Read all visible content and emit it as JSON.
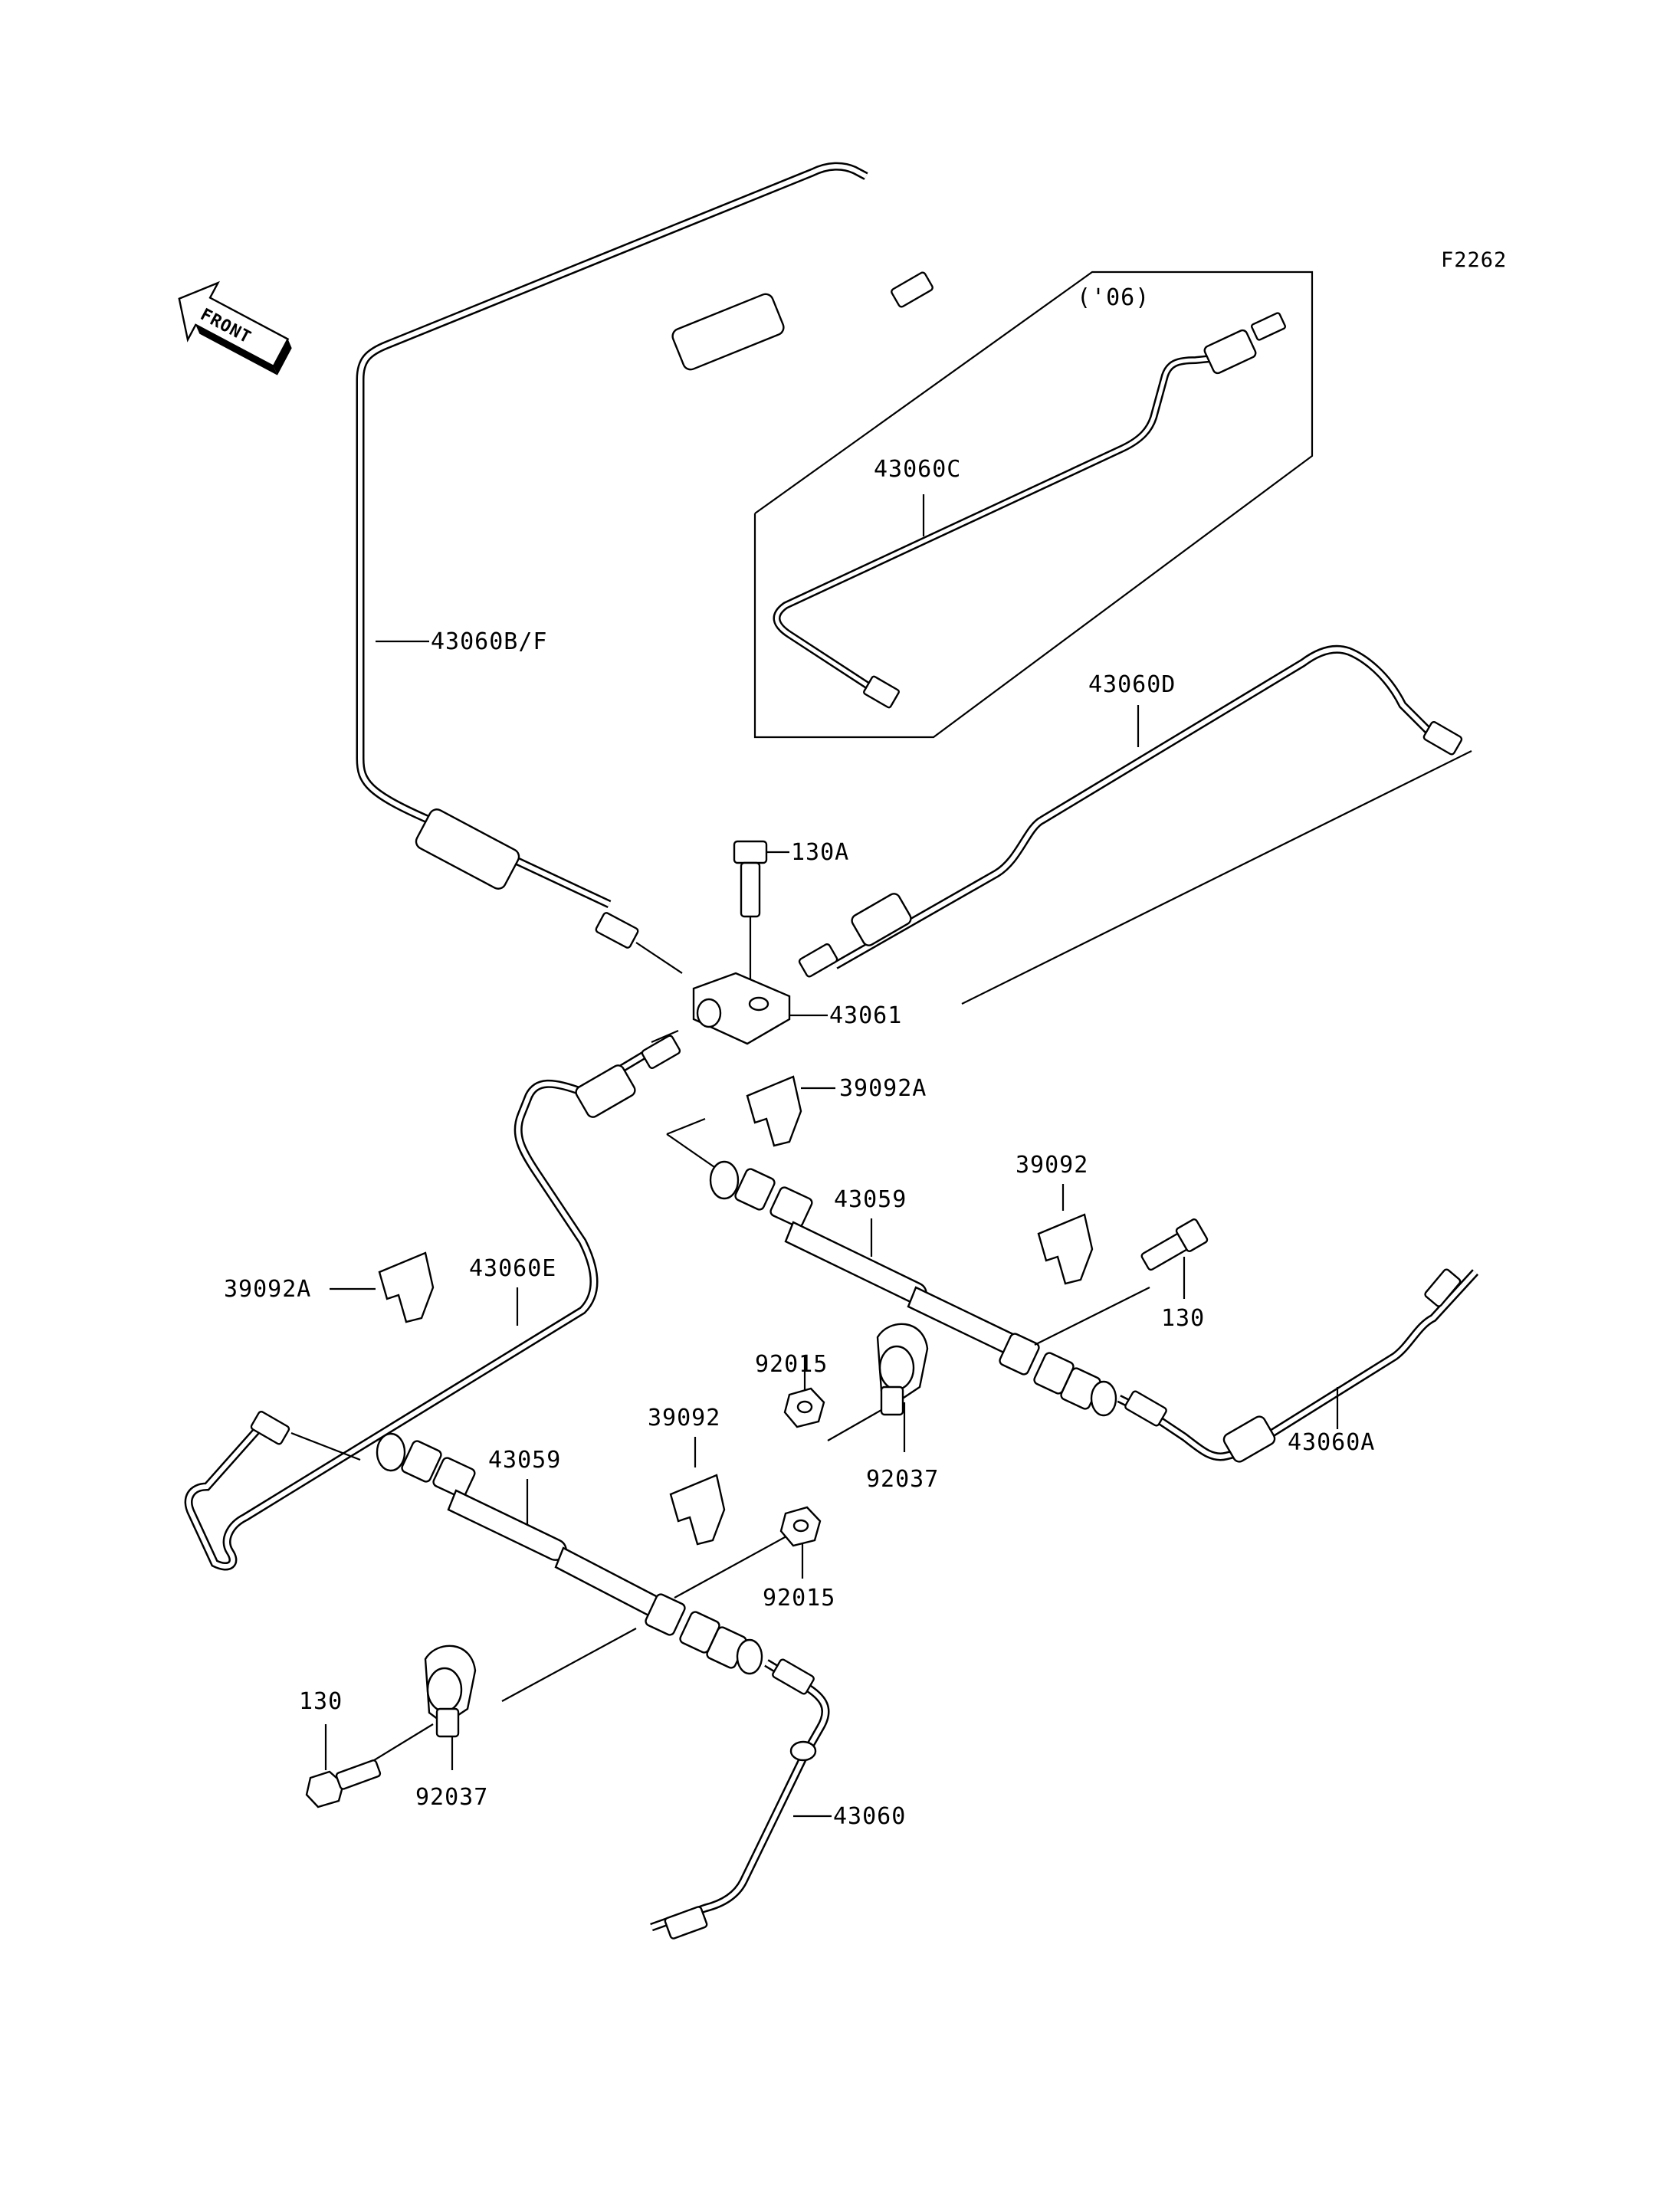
{
  "figure_code": "F2262",
  "front_label": "FRONT",
  "inset": {
    "year_label": "('06)",
    "part": "43060C"
  },
  "callouts": {
    "p43060BF": "43060B/F",
    "p43060D": "43060D",
    "p130A": "130A",
    "p43061": "43061",
    "p39092A_top": "39092A",
    "p43059_upper": "43059",
    "p39092_upper": "39092",
    "p130_upper": "130",
    "p39092A_left": "39092A",
    "p43060E": "43060E",
    "p92015_upper": "92015",
    "p92037_upper": "92037",
    "p43060A": "43060A",
    "p39092_lower": "39092",
    "p43059_lower": "43059",
    "p92015_lower": "92015",
    "p130_lower": "130",
    "p92037_lower": "92037",
    "p43060": "43060"
  }
}
